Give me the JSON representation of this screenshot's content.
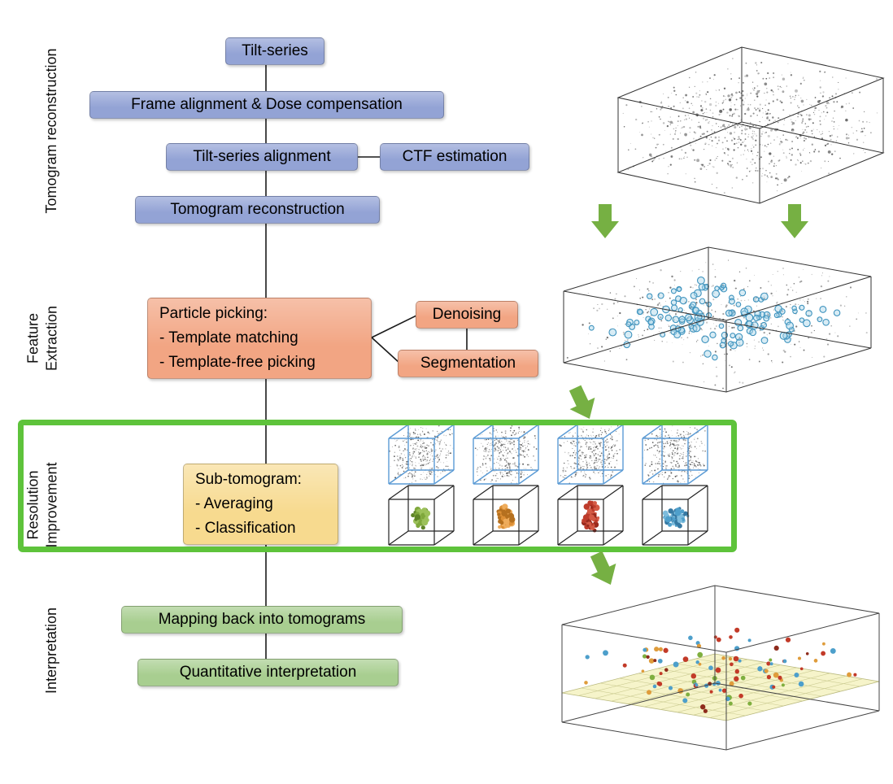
{
  "figure": {
    "stage_labels": {
      "tomogram_reconstruction": "Tomogram reconstruction",
      "feature_line1": "Feature",
      "feature_line2": "Extraction",
      "resolution_line1": "Resolution",
      "resolution_line2": "Improvement",
      "interpretation": "Interpretation"
    },
    "boxes": {
      "tilt_series": "Tilt-series",
      "frame_alignment": "Frame alignment & Dose compensation",
      "tilt_series_alignment": "Tilt-series alignment",
      "ctf_estimation": "CTF estimation",
      "tomogram_reconstruction": "Tomogram reconstruction",
      "particle_picking_title": "Particle picking:",
      "particle_picking_item1": "- Template matching",
      "particle_picking_item2": "- Template-free picking",
      "denoising": "Denoising",
      "segmentation": "Segmentation",
      "subtomogram_title": "Sub-tomogram:",
      "subtomogram_item1": "- Averaging",
      "subtomogram_item2": "- Classification",
      "mapping_back": "Mapping back into tomograms",
      "quantitative_interpretation": "Quantitative interpretation"
    },
    "colors": {
      "blue_box": "#93a3d5",
      "orange_box": "#f2a583",
      "yellow_box": "#f7da8f",
      "green_box": "#a8ce90",
      "arrow_green": "#76b043",
      "highlight_border": "#5ec33b"
    }
  }
}
